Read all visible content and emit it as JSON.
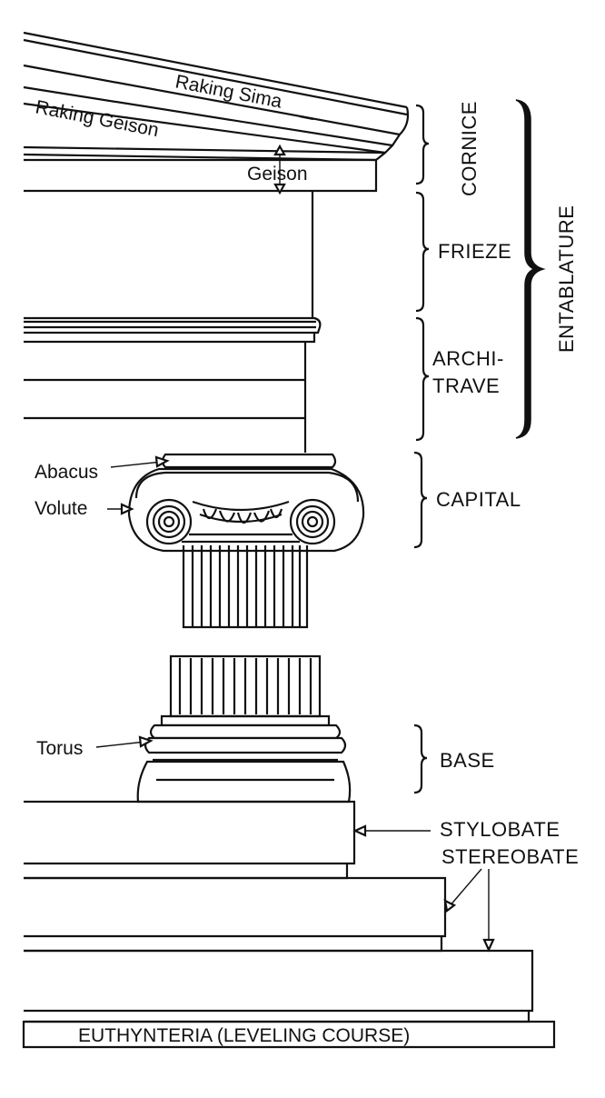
{
  "labels": {
    "raking_sima": "Raking Sima",
    "raking_geison": "Raking Geison",
    "geison": "Geison",
    "cornice": "CORNICE",
    "frieze": "FRIEZE",
    "architrave_1": "ARCHI-",
    "architrave_2": "TRAVE",
    "entablature": "ENTABLATURE",
    "abacus": "Abacus",
    "volute": "Volute",
    "capital": "CAPITAL",
    "torus": "Torus",
    "base": "BASE",
    "stylobate": "STYLOBATE",
    "stereobate": "STEREOBATE",
    "euthynteria": "EUTHYNTERIA  (LEVELING COURSE)"
  }
}
